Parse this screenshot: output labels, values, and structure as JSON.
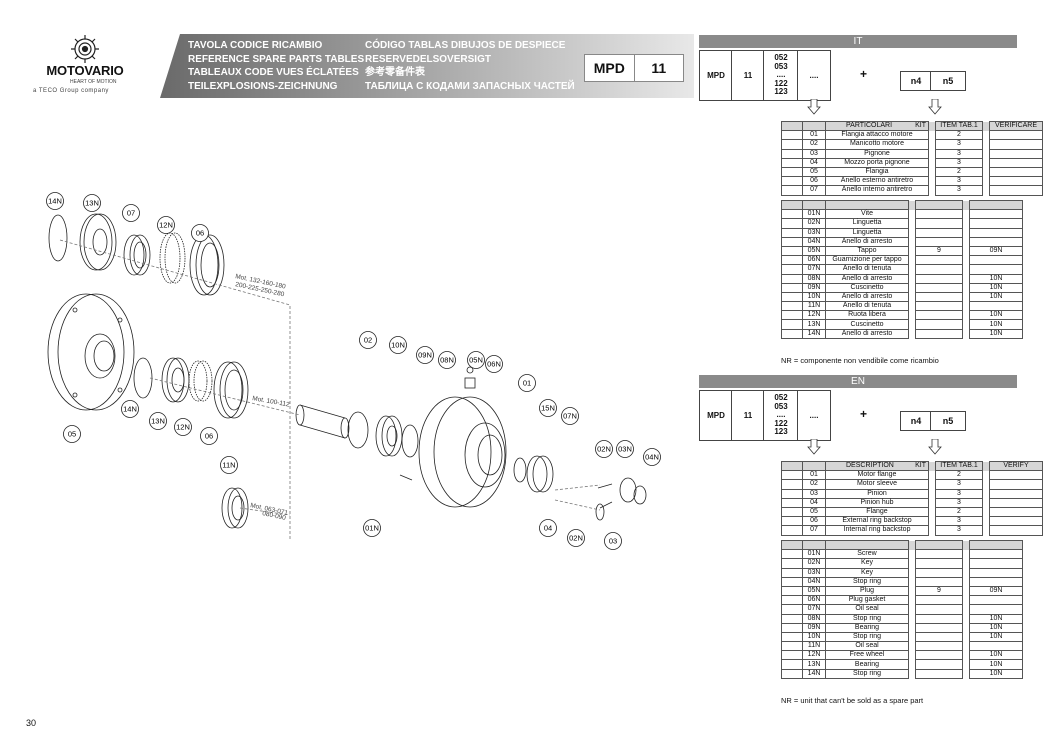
{
  "brand": {
    "name": "MOTOVARIO",
    "tagline": "HEART OF MOTION",
    "group": "a TECO Group company"
  },
  "header": {
    "col1": [
      "TAVOLA CODICE RICAMBIO",
      "REFERENCE SPARE PARTS TABLES",
      "TABLEAUX CODE VUES ÉCLATÉES",
      "TEILEXPLOSIONS-ZEICHNUNG"
    ],
    "col2": [
      "CÓDIGO TABLAS DIBUJOS DE DESPIECE",
      "RESERVEDELSOVERSIGT",
      "参考零备件表",
      "ТАБЛИЦА С КОДАМИ ЗАПАСНЫХ ЧАСТЕЙ"
    ],
    "code_label": "MPD",
    "code_value": "11"
  },
  "sections": [
    {
      "lang": "IT",
      "code_row": {
        "a": "MPD",
        "b": "11",
        "sizes": [
          "052",
          "053",
          "....",
          "122",
          "123"
        ],
        "dots": "....",
        "plus": "+",
        "n4": "n4",
        "n5": "n5"
      },
      "kit_header": {
        "desc": "PARTICOLARI",
        "kit": "KIT",
        "item": "ITEM TAB.1",
        "verify": "VERIFICARE"
      },
      "kit_rows": [
        {
          "code": "01",
          "desc": "Flangia attacco motore",
          "item": "2"
        },
        {
          "code": "02",
          "desc": "Manicotto motore",
          "item": "3"
        },
        {
          "code": "03",
          "desc": "Pignone",
          "item": "3"
        },
        {
          "code": "04",
          "desc": "Mozzo porta pignone",
          "item": "3"
        },
        {
          "code": "05",
          "desc": "Flangia",
          "item": "2"
        },
        {
          "code": "06",
          "desc": "Anello esterno antiretro",
          "item": "3"
        },
        {
          "code": "07",
          "desc": "Anello interno antiretro",
          "item": "3"
        }
      ],
      "n_rows": [
        {
          "code": "01N",
          "desc": "Vite",
          "item": "",
          "verify": ""
        },
        {
          "code": "02N",
          "desc": "Linguetta",
          "item": "",
          "verify": ""
        },
        {
          "code": "03N",
          "desc": "Linguetta",
          "item": "",
          "verify": ""
        },
        {
          "code": "04N",
          "desc": "Anello di arresto",
          "item": "",
          "verify": ""
        },
        {
          "code": "05N",
          "desc": "Tappo",
          "item": "9",
          "verify": "09N"
        },
        {
          "code": "06N",
          "desc": "Guarnizione per tappo",
          "item": "",
          "verify": ""
        },
        {
          "code": "07N",
          "desc": "Anello di tenuta",
          "item": "",
          "verify": ""
        },
        {
          "code": "08N",
          "desc": "Anello di arresto",
          "item": "",
          "verify": "10N"
        },
        {
          "code": "09N",
          "desc": "Cuscinetto",
          "item": "",
          "verify": "10N"
        },
        {
          "code": "10N",
          "desc": "Anello di arresto",
          "item": "",
          "verify": "10N"
        },
        {
          "code": "11N",
          "desc": "Anello di tenuta",
          "item": "",
          "verify": ""
        },
        {
          "code": "12N",
          "desc": "Ruota libera",
          "item": "",
          "verify": "10N"
        },
        {
          "code": "13N",
          "desc": "Cuscinetto",
          "item": "",
          "verify": "10N"
        },
        {
          "code": "14N",
          "desc": "Anello di arresto",
          "item": "",
          "verify": "10N"
        }
      ],
      "note": "NR = componente non vendibile come ricambio"
    },
    {
      "lang": "EN",
      "code_row": {
        "a": "MPD",
        "b": "11",
        "sizes": [
          "052",
          "053",
          "....",
          "122",
          "123"
        ],
        "dots": "....",
        "plus": "+",
        "n4": "n4",
        "n5": "n5"
      },
      "kit_header": {
        "desc": "DESCRIPTION",
        "kit": "KIT",
        "item": "ITEM TAB.1",
        "verify": "VERIFY"
      },
      "kit_rows": [
        {
          "code": "01",
          "desc": "Motor flange",
          "item": "2"
        },
        {
          "code": "02",
          "desc": "Motor sleeve",
          "item": "3"
        },
        {
          "code": "03",
          "desc": "Pinion",
          "item": "3"
        },
        {
          "code": "04",
          "desc": "Pinion hub",
          "item": "3"
        },
        {
          "code": "05",
          "desc": "Flange",
          "item": "2"
        },
        {
          "code": "06",
          "desc": "External ring backstop",
          "item": "3"
        },
        {
          "code": "07",
          "desc": "Internal ring backstop",
          "item": "3"
        }
      ],
      "n_rows": [
        {
          "code": "01N",
          "desc": "Screw",
          "item": "",
          "verify": ""
        },
        {
          "code": "02N",
          "desc": "Key",
          "item": "",
          "verify": ""
        },
        {
          "code": "03N",
          "desc": "Key",
          "item": "",
          "verify": ""
        },
        {
          "code": "04N",
          "desc": "Stop ring",
          "item": "",
          "verify": ""
        },
        {
          "code": "05N",
          "desc": "Plug",
          "item": "9",
          "verify": "09N"
        },
        {
          "code": "06N",
          "desc": "Plug gasket",
          "item": "",
          "verify": ""
        },
        {
          "code": "07N",
          "desc": "Oil seal",
          "item": "",
          "verify": ""
        },
        {
          "code": "08N",
          "desc": "Stop ring",
          "item": "",
          "verify": "10N"
        },
        {
          "code": "09N",
          "desc": "Bearing",
          "item": "",
          "verify": "10N"
        },
        {
          "code": "10N",
          "desc": "Stop ring",
          "item": "",
          "verify": "10N"
        },
        {
          "code": "11N",
          "desc": "Oil seal",
          "item": "",
          "verify": ""
        },
        {
          "code": "12N",
          "desc": "Free wheel",
          "item": "",
          "verify": "10N"
        },
        {
          "code": "13N",
          "desc": "Bearing",
          "item": "",
          "verify": "10N"
        },
        {
          "code": "14N",
          "desc": "Stop ring",
          "item": "",
          "verify": "10N"
        }
      ],
      "note": "NR = unit that can't be sold as a spare part"
    }
  ],
  "drawing": {
    "callouts": [
      "14N",
      "13N",
      "07",
      "12N",
      "06",
      "05",
      "14N",
      "13N",
      "12N",
      "06",
      "11N",
      "02",
      "10N",
      "09N",
      "08N",
      "05N",
      "06N",
      "01",
      "15N",
      "07N",
      "02N",
      "03N",
      "04N",
      "04",
      "02N",
      "03",
      "01N"
    ],
    "dim_labels": [
      "Mot. 132-160-180",
      "200-225-250-280",
      "Mot. 100-112",
      "Mot. 063-071",
      "080-090"
    ]
  },
  "page_number": "30"
}
